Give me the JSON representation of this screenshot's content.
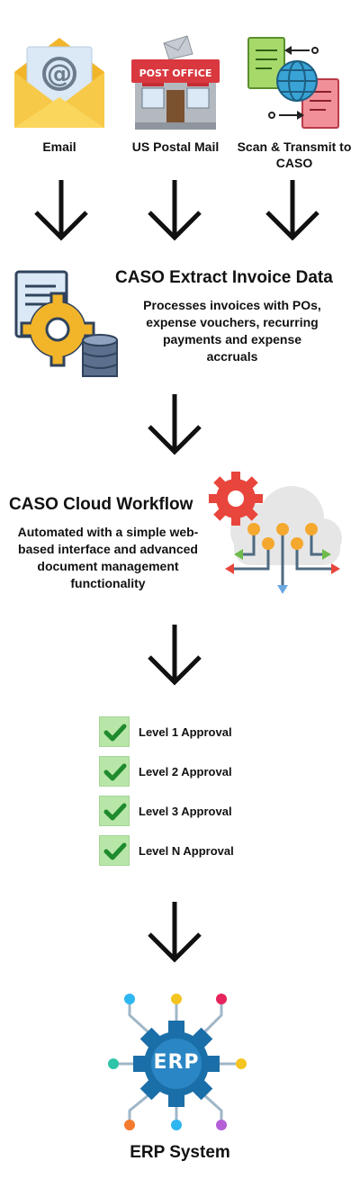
{
  "sources": [
    {
      "label": "Email",
      "icon": "envelope-icon"
    },
    {
      "label": "US Postal Mail",
      "icon": "post-office-icon"
    },
    {
      "label": "Scan & Transmit to CASO",
      "icon": "scan-transmit-icon"
    }
  ],
  "extract": {
    "title": "CASO Extract  Invoice Data",
    "description": "Processes invoices with POs, expense vouchers, recurring payments and expense accruals",
    "icon": "documents-gear-database-icon"
  },
  "workflow": {
    "title": "CASO Cloud Workflow",
    "description": "Automated with a simple web-based interface and advanced document management functionality",
    "icon": "cloud-gear-icon"
  },
  "approvals": [
    {
      "label": "Level 1 Approval"
    },
    {
      "label": "Level 2 Approval"
    },
    {
      "label": "Level 3 Approval"
    },
    {
      "label": "Level N Approval"
    }
  ],
  "erp": {
    "label": "ERP System",
    "badge": "ERP",
    "icon": "erp-gear-icon"
  },
  "colors": {
    "check_bg": "#b8e6a8",
    "check_mark": "#1f8a2e",
    "erp_gear": "#1b6fa8",
    "envelope": "#f7c948",
    "post_office_red": "#d9383f",
    "cloud": "#e6e6e6",
    "database": "#5c6f8c"
  }
}
